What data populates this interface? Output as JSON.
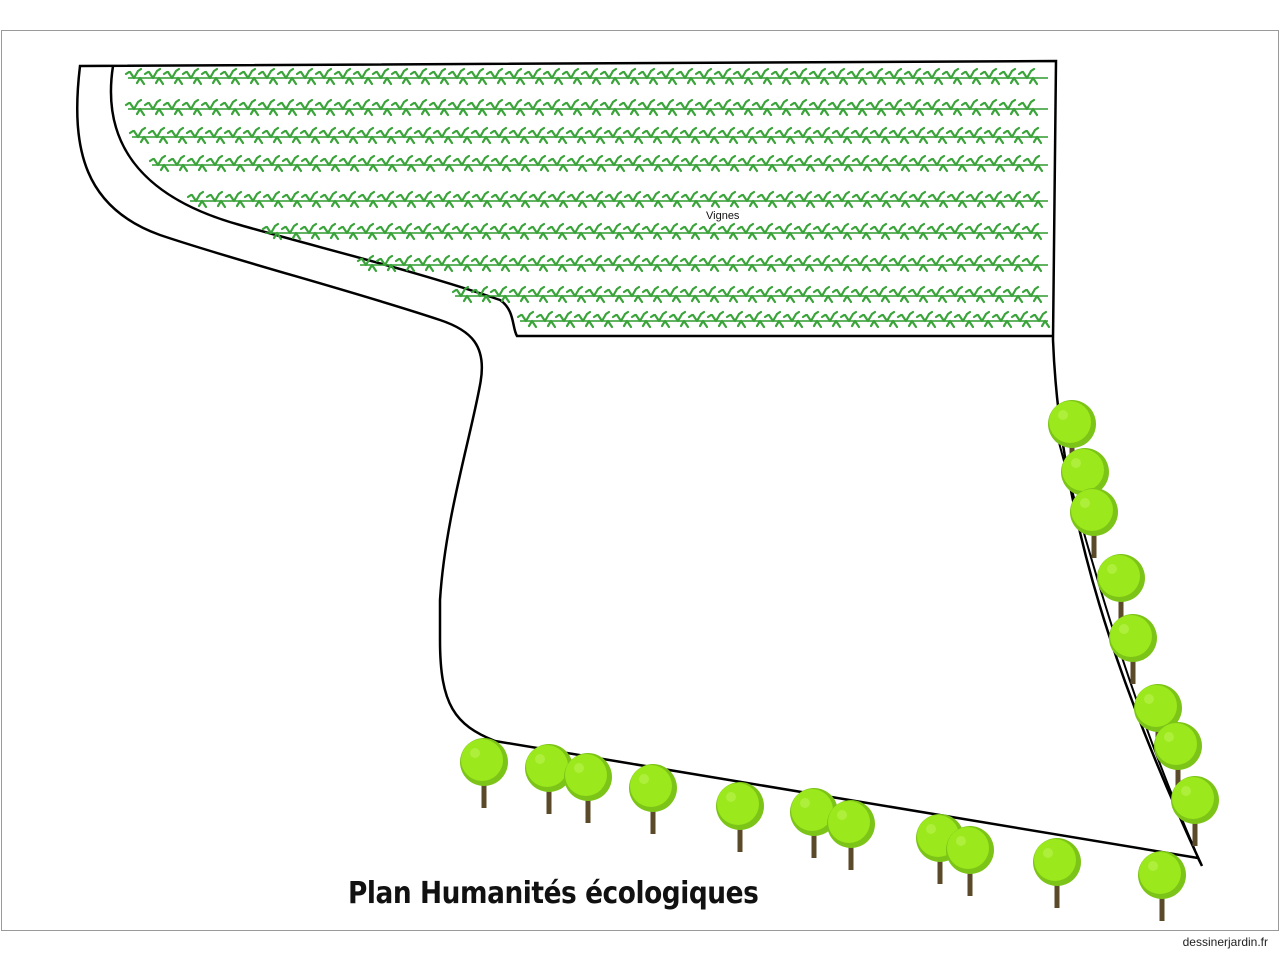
{
  "plan": {
    "title": "Plan Humanités écologiques",
    "zone_label": "Vignes",
    "watermark": "dessinerjardin.fr"
  },
  "colors": {
    "outline": "#000000",
    "vine_row": "#2e9a2e",
    "vine_leaf": "#3aa33a",
    "tree_canopy": "#9be81c",
    "tree_canopy_dark": "#7cc417",
    "tree_trunk": "#5b4a2a",
    "frame": "#9a9a9a"
  },
  "icons": {
    "vine": "vine-plant-icon",
    "tree": "tree-icon"
  }
}
